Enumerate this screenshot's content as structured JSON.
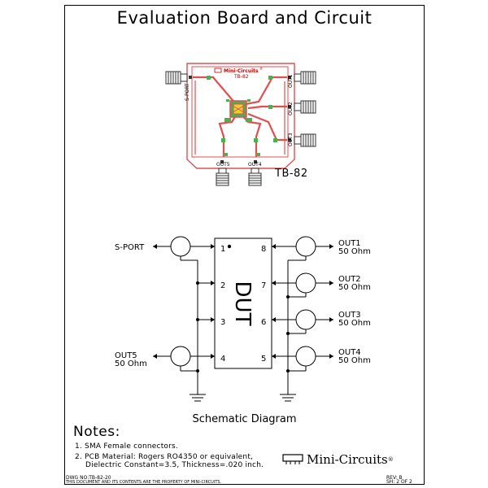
{
  "page": {
    "title": "Evaluation Board and Circuit",
    "board_label": "TB-82",
    "schematic_caption": "Schematic Diagram"
  },
  "board": {
    "logo": "Mini-Circuits",
    "logo_reg": "®",
    "model": "TB-82",
    "ports": {
      "sport": "S-PORT",
      "out1": "OUT1",
      "out2": "OUT2",
      "out3": "OUT3",
      "out4": "OUT4",
      "out5": "OUT5"
    },
    "colors": {
      "trace": "#e05050",
      "pad": "#4caf50",
      "pad_accent": "#e8d030",
      "via": "#333333"
    }
  },
  "schematic": {
    "dut_label": "DUT",
    "pins": [
      "1",
      "2",
      "3",
      "4",
      "5",
      "6",
      "7",
      "8"
    ],
    "port_sport": "S-PORT",
    "outputs": [
      {
        "name": "OUT1",
        "impedance": "50 Ohm"
      },
      {
        "name": "OUT2",
        "impedance": "50 Ohm"
      },
      {
        "name": "OUT3",
        "impedance": "50 Ohm"
      },
      {
        "name": "OUT4",
        "impedance": "50 Ohm"
      }
    ],
    "out5": {
      "name": "OUT5",
      "impedance": "50 Ohm"
    }
  },
  "notes": {
    "title": "Notes:",
    "items": [
      "1.  SMA Female connectors.",
      "2.  PCB Material: Rogers RO4350 or equivalent,",
      "Dielectric Constant=3.5, Thickness=.020 inch."
    ]
  },
  "brand": {
    "name": "Mini-Circuits",
    "reg": "®"
  },
  "footer": {
    "dwg": "DWG  NO:TB-82-20",
    "property": "THIS DOCUMENT AND ITS CONTENTS ARE THE PROPERTY OF MINI-CIRCUITS.",
    "rev": "REV: B",
    "sheet": "SH: 2  OF  2"
  }
}
